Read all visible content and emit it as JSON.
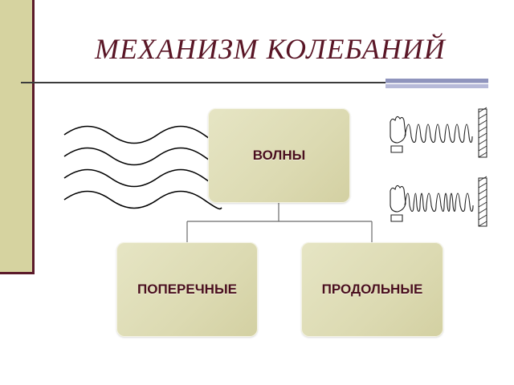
{
  "slide": {
    "title": "МЕХАНИЗМ КОЛЕБАНИЙ",
    "accent_color": "#5a1626",
    "sidebar_color": "#d6d3a0",
    "box_color": "#dcdab2"
  },
  "diagram": {
    "root": {
      "label": "ВОЛНЫ"
    },
    "children": [
      {
        "label": "ПОПЕРЕЧНЫЕ"
      },
      {
        "label": "ПРОДОЛЬНЫЕ"
      }
    ]
  },
  "illustrations": {
    "left": "transverse-waves-drawing",
    "right": "longitudinal-spring-drawing"
  }
}
